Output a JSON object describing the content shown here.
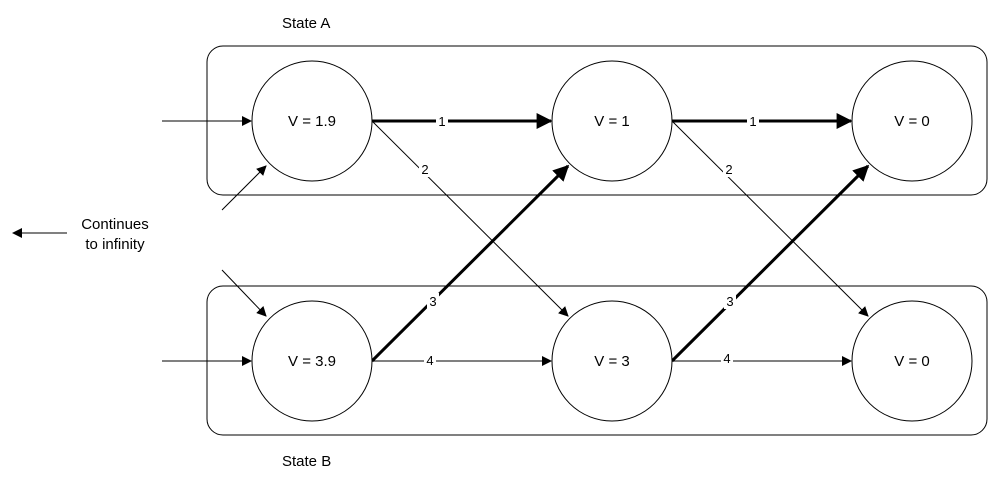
{
  "states": {
    "a_label": "State A",
    "b_label": "State B"
  },
  "nodes": {
    "a1": "V = 1.9",
    "a2": "V = 1",
    "a3": "V = 0",
    "b1": "V = 3.9",
    "b2": "V = 3",
    "b3": "V = 0"
  },
  "edges": {
    "a1_a2": "1",
    "a2_a3": "1",
    "a1_b2": "2",
    "a2_b3": "2",
    "b1_a2": "3",
    "b2_a3": "3",
    "b1_b2": "4",
    "b2_b3": "4"
  },
  "note": {
    "line1": "Continues",
    "line2": "to infinity"
  },
  "colors": {
    "stroke": "#000000",
    "background": "#ffffff"
  }
}
